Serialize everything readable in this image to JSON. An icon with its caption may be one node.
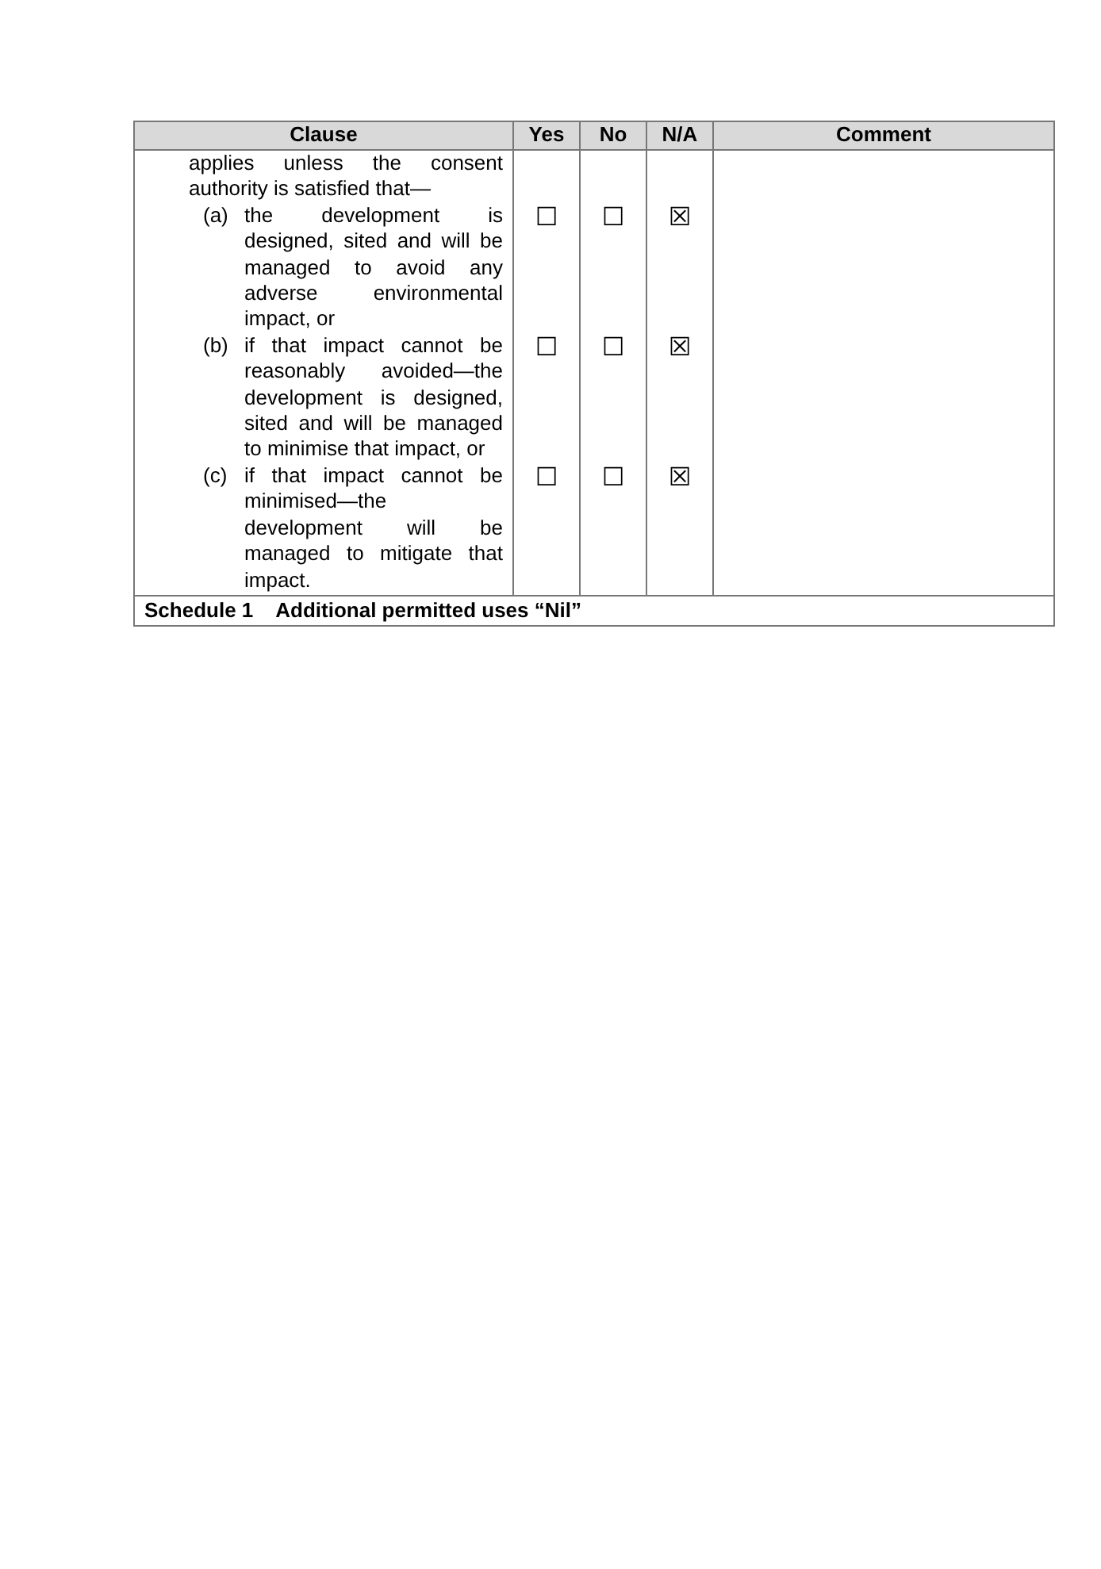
{
  "diagram": {
    "labels": [
      "Clause",
      "Yes",
      "No",
      "N/A",
      "Comment",
      "applies unless the consent authority is satisfied that—",
      "(a)",
      "the development is designed, sited and will be managed to avoid any adverse environmental impact, or",
      "☐",
      "☐",
      "☒",
      "(b)",
      "if that impact cannot be reasonably avoided—the development is designed, sited and will be managed to minimise that impact, or",
      "☐",
      "☐",
      "☒",
      "(c)",
      "if that impact cannot be minimised—the development will be managed to mitigate that impact.",
      "☐",
      "☐",
      "☒",
      "Schedule 1",
      "Additional permitted uses “Nil”"
    ]
  }
}
